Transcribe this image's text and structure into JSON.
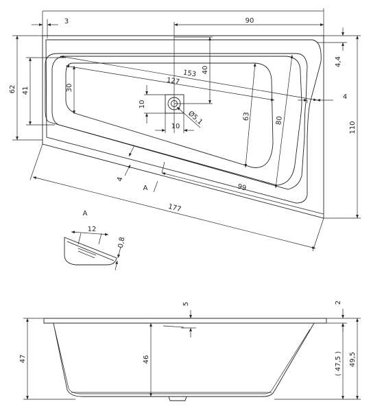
{
  "top_view": {
    "dims": {
      "d3": "3",
      "d90": "90",
      "d62": "62",
      "d41": "41",
      "d30": "30",
      "d40": "40",
      "d153": "153",
      "d127": "127",
      "d10v": "10",
      "d10h": "10",
      "d5_1": "Ø5,1",
      "d63": "63",
      "d80": "80",
      "d4_4": "4,4",
      "d4r": "4",
      "d110": "110",
      "d4l": "4",
      "d177": "177",
      "d99": "99"
    },
    "section_marker": "A"
  },
  "detail": {
    "label": "A",
    "d12": "12",
    "d0_8": "0,8"
  },
  "side_view": {
    "dims": {
      "d47": "47",
      "d46": "46",
      "d5": "5",
      "d2": "2",
      "d47_5": "( 47,5 )",
      "d49_5": "49,5"
    }
  }
}
